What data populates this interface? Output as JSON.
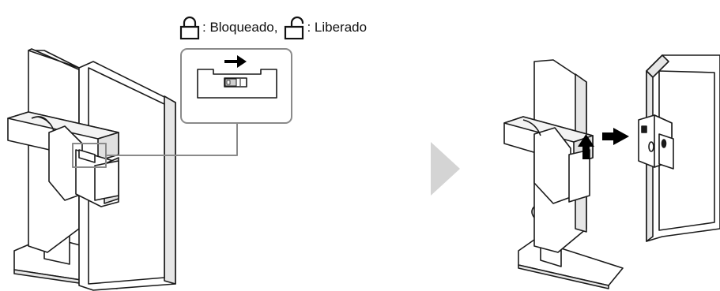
{
  "legend": {
    "locked_icon": "padlock-closed-icon",
    "locked_text": ": Bloqueado,",
    "unlocked_icon": "padlock-open-icon",
    "unlocked_text": ": Liberado"
  },
  "steps": [
    {
      "description_icon": "monitor-with-arm-and-lock-switch-icon",
      "switch_direction": "right"
    },
    {
      "description_icon": "monitor-detached-from-arm-icon",
      "lift_direction": "up",
      "pull_direction": "right"
    }
  ],
  "colors": {
    "line": "#1a1a1a",
    "monitor_fill": "#ffffff",
    "callout_border": "#8a8a8a",
    "next_step_arrow": "#d4d4d4",
    "action_arrow": "#000000"
  }
}
